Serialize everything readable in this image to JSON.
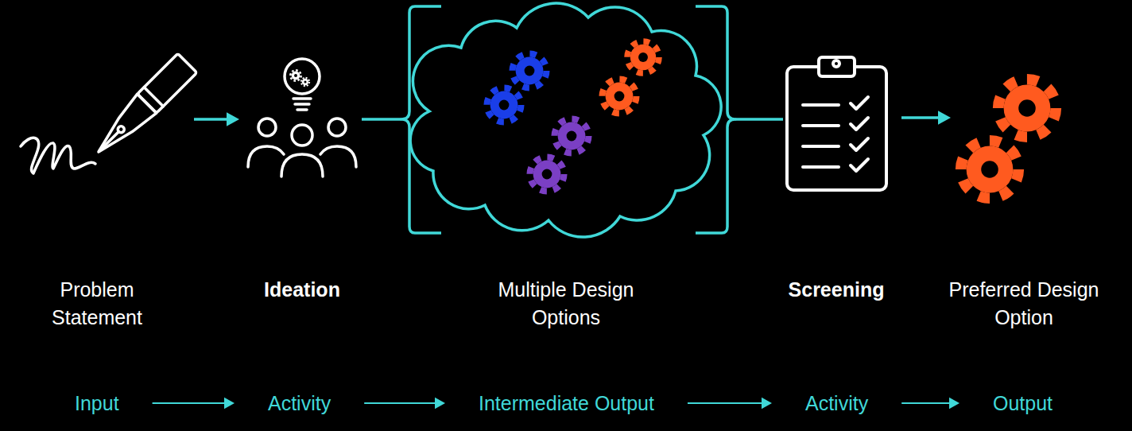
{
  "diagram": {
    "nodes": [
      {
        "text": [
          "Problem Statement"
        ]
      },
      {
        "text": [
          "Ideation"
        ]
      },
      {
        "text": [
          "Multiple Design Options"
        ]
      },
      {
        "text": [
          "Screening"
        ]
      },
      {
        "text": [
          "Preferred Design Option"
        ]
      },
      {
        "text": [
          "Input"
        ]
      },
      {
        "text": [
          "Activity"
        ]
      },
      {
        "text": [
          "Intermediate Output"
        ]
      },
      {
        "text": [
          "Activity"
        ]
      },
      {
        "text": [
          "Output"
        ]
      }
    ],
    "edges": [
      {
        "from": 0,
        "to": 1,
        "arrow": "to"
      },
      {
        "from": 1,
        "to": 2,
        "arrow": "none"
      },
      {
        "from": 2,
        "to": 3,
        "arrow": "none"
      },
      {
        "from": 3,
        "to": 4,
        "arrow": "to"
      },
      {
        "from": 5,
        "to": 6,
        "arrow": "to"
      },
      {
        "from": 6,
        "to": 7,
        "arrow": "to"
      },
      {
        "from": 7,
        "to": 8,
        "arrow": "to"
      },
      {
        "from": 8,
        "to": 9,
        "arrow": "to"
      }
    ]
  }
}
